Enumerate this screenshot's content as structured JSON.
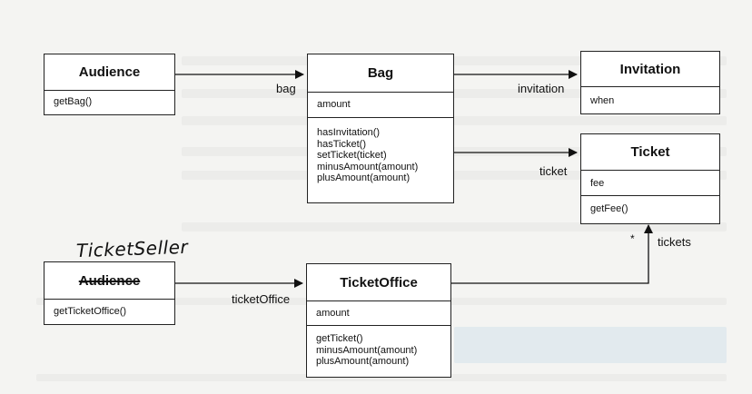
{
  "classes": {
    "audience": {
      "name": "Audience",
      "ops": [
        "getBag()"
      ]
    },
    "bag": {
      "name": "Bag",
      "attrs": [
        "amount"
      ],
      "ops": [
        "hasInvitation()",
        "hasTicket()",
        "setTicket(ticket)",
        "minusAmount(amount)",
        "plusAmount(amount)"
      ]
    },
    "invitation": {
      "name": "Invitation",
      "attrs": [
        "when"
      ]
    },
    "ticket": {
      "name": "Ticket",
      "attrs": [
        "fee"
      ],
      "ops": [
        "getFee()"
      ]
    },
    "seller": {
      "name": "Audience",
      "handwritten": "TicketSeller",
      "ops": [
        "getTicketOffice()"
      ]
    },
    "office": {
      "name": "TicketOffice",
      "attrs": [
        "amount"
      ],
      "ops": [
        "getTicket()",
        "minusAmount(amount)",
        "plusAmount(amount)"
      ]
    }
  },
  "associations": {
    "bag": "bag",
    "invitation": "invitation",
    "ticket": "ticket",
    "tickets": "tickets",
    "multiplicity": "*",
    "ticketOffice": "ticketOffice"
  }
}
